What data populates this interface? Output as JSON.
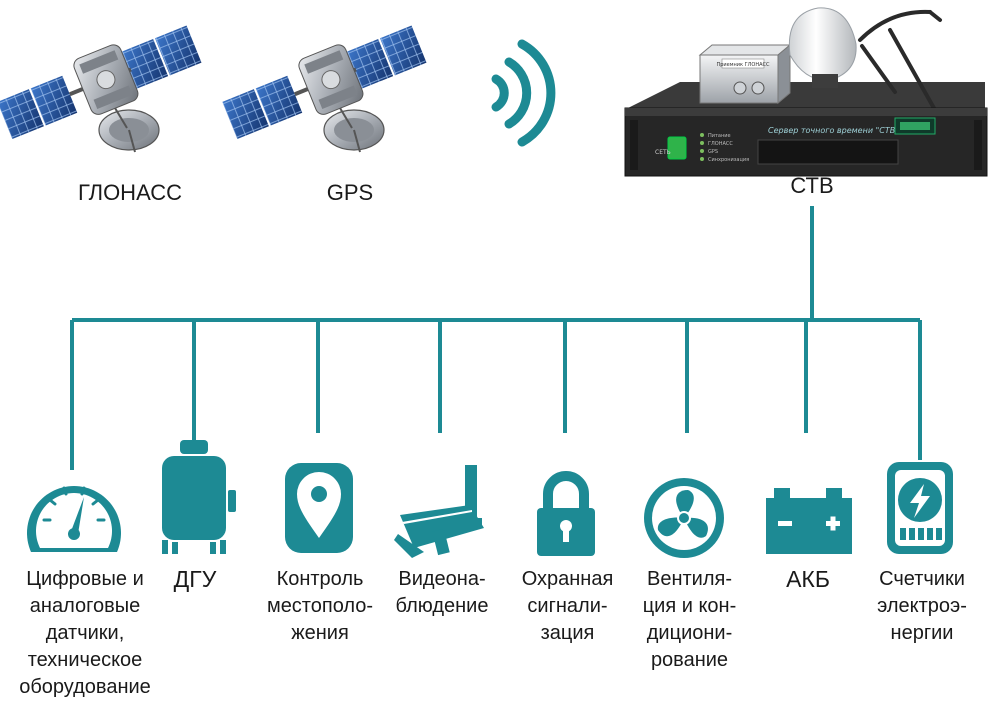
{
  "colors": {
    "teal": "#1d8a94",
    "panel": "#2b2b2b",
    "solar": "#1f4f9c",
    "metal": "#b8bcc2"
  },
  "sources": [
    {
      "label": "ГЛОНАСС",
      "icon": "satellite-icon"
    },
    {
      "label": "GPS",
      "icon": "satellite-icon"
    }
  ],
  "signal_icon": "wireless-signal-icon",
  "server": {
    "label": "СТВ",
    "front_text": "Сервер точного времени \"СТВ-01\"",
    "module_text": "Приемник ГЛОНАСС",
    "power_label": "СЕТЬ",
    "indicators": [
      "Питание",
      "ГЛОНАСС",
      "GPS",
      "Синхронизация"
    ]
  },
  "devices": [
    {
      "icon": "gauge-icon",
      "lines": [
        "Цифровые и",
        "аналоговые",
        "датчики,",
        "техническое",
        "оборудование"
      ]
    },
    {
      "icon": "generator-icon",
      "lines": [
        "ДГУ"
      ]
    },
    {
      "icon": "location-pin-icon",
      "lines": [
        "Контроль",
        "местополо-",
        "жения"
      ]
    },
    {
      "icon": "cctv-camera-icon",
      "lines": [
        "Видеона-",
        "блюдение"
      ]
    },
    {
      "icon": "padlock-icon",
      "lines": [
        "Охранная",
        "сигнали-",
        "зация"
      ]
    },
    {
      "icon": "fan-icon",
      "lines": [
        "Вентиля-",
        "ция и кон-",
        "дициони-",
        "рование"
      ]
    },
    {
      "icon": "battery-icon",
      "lines": [
        "АКБ"
      ]
    },
    {
      "icon": "energy-meter-icon",
      "lines": [
        "Счетчики",
        "электроэ-",
        "нергии"
      ]
    }
  ]
}
